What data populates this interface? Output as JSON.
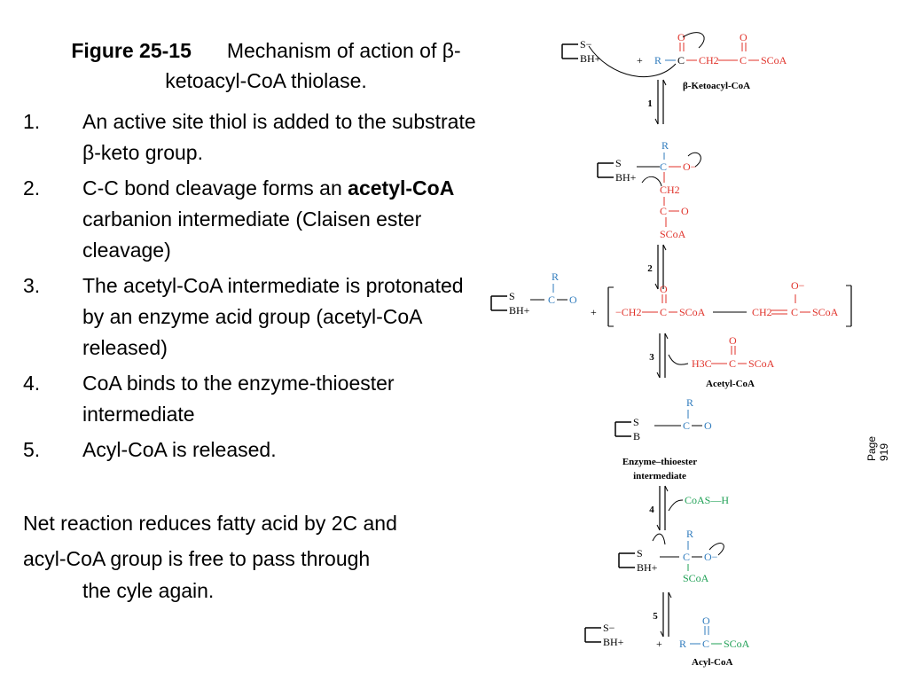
{
  "title": {
    "figure_label": "Figure 25-15",
    "line1_text": "Mechanism of action of β-",
    "line2_text": "ketoacyl-CoA thiolase."
  },
  "steps": [
    {
      "num": "1.",
      "text": "An active site thiol is added to the substrate β-keto group."
    },
    {
      "num": "2.",
      "text_before": "C-C bond cleavage forms an ",
      "bold": "acetyl-CoA",
      "text_after": " carbanion intermediate (Claisen ester cleavage)"
    },
    {
      "num": "3.",
      "text": "The acetyl-CoA intermediate is protonated by an enzyme acid group (acetyl-CoA released)"
    },
    {
      "num": "4.",
      "text": "CoA binds to the enzyme-thioester intermediate"
    },
    {
      "num": "5.",
      "text": "Acyl-CoA is released."
    }
  ],
  "net_reaction": {
    "line1": "Net reaction reduces fatty acid by 2C and",
    "line2": "acyl-CoA group is free to pass through",
    "line3": "the cyle again."
  },
  "page_ref": "Page 919",
  "scheme": {
    "colors": {
      "red": "#e0322a",
      "blue": "#2f7bbd",
      "green": "#1fa055",
      "black": "#000000"
    },
    "arrows": [
      "1",
      "2",
      "3",
      "4",
      "5"
    ],
    "labels": {
      "ketoacyl": "β-Ketoacyl-CoA",
      "acetyl": "Acetyl-CoA",
      "thioester_1": "Enzyme–thioester",
      "thioester_2": "intermediate",
      "acyl": "Acyl-CoA",
      "coash": "CoAS—H"
    },
    "atoms": {
      "s_minus": "S−",
      "s": "S",
      "bh_plus": "BH+",
      "b": "B",
      "r": "R",
      "o": "O",
      "o_minus": "O−",
      "c": "C",
      "ch2": "CH2",
      "scoa": "SCoA",
      "h3c": "H3C",
      "plus": "+"
    }
  }
}
